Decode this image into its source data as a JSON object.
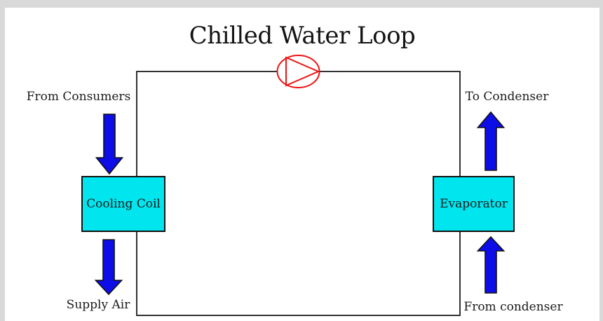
{
  "title": "Chilled Water Loop",
  "labels": {
    "from_consumers": "From Consumers",
    "to_condenser": "To Condenser",
    "supply_air": "Supply Air",
    "from_condenser": "From condenser"
  },
  "components": {
    "cooling_coil": "Cooling Coil",
    "evaporator": "Evaporator",
    "pump": "circulation-pump"
  },
  "colors": {
    "page_bg": "#d9d9d9",
    "canvas_bg": "#ffffff",
    "pipe": "#1c1c1c",
    "pump_red": "#ee1111",
    "arrow_blue": "#0d0de8",
    "component_fill": "#00e5ee",
    "text": "#1a1a1a"
  }
}
